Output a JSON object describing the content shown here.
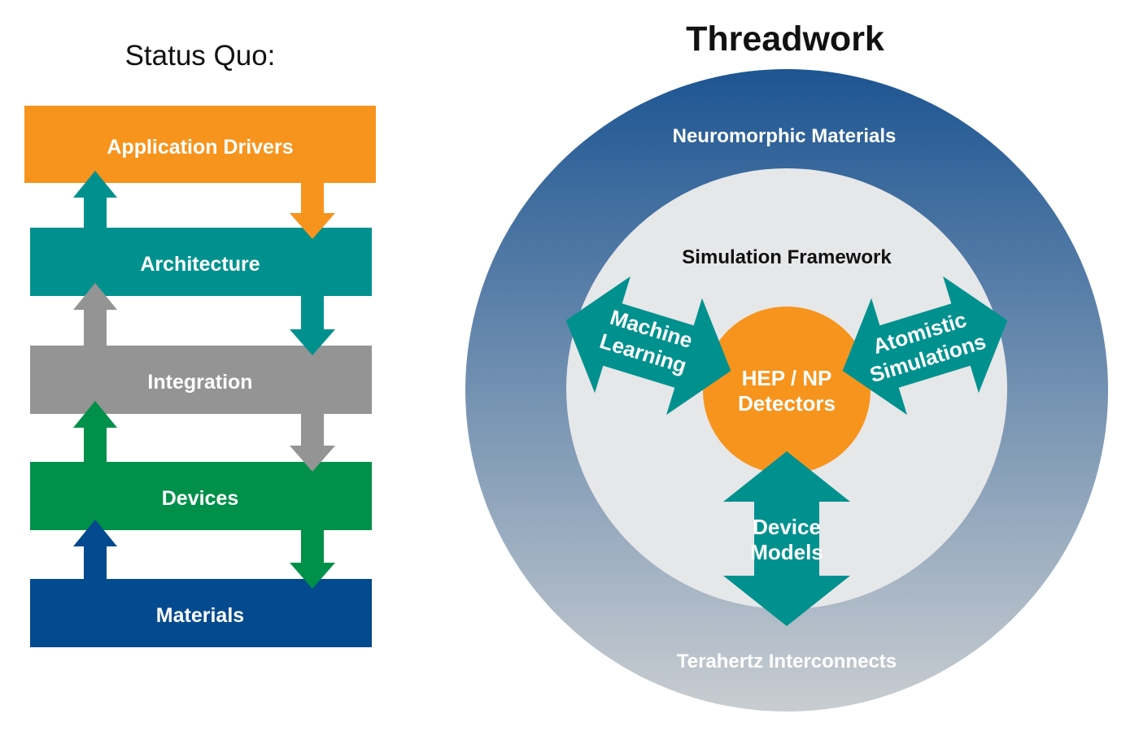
{
  "status_quo": {
    "title": "Status Quo:",
    "layers": [
      {
        "label": "Application Drivers",
        "color": "#f7941d"
      },
      {
        "label": "Architecture",
        "color": "#00918f"
      },
      {
        "label": "Integration",
        "color": "#949494"
      },
      {
        "label": "Devices",
        "color": "#00904a"
      },
      {
        "label": "Materials",
        "color": "#034a8e"
      }
    ]
  },
  "threadwork": {
    "title": "Threadwork",
    "outer_ring_top": "Neuromorphic Materials",
    "outer_ring_bottom": "Terahertz Interconnects",
    "inner_title": "Simulation Framework",
    "center": {
      "line1": "HEP / NP",
      "line2": "Detectors"
    },
    "arrows": {
      "left": {
        "line1": "Machine",
        "line2": "Learning"
      },
      "right": {
        "line1": "Atomistic",
        "line2": "Simulations"
      },
      "bottom": {
        "line1": "Device",
        "line2": "Models"
      }
    },
    "colors": {
      "outer_top": "#1d5592",
      "outer_bottom": "#c9cdd1",
      "inner": "#e6e7e9",
      "center": "#f7941d",
      "arrow": "#00918f"
    }
  }
}
